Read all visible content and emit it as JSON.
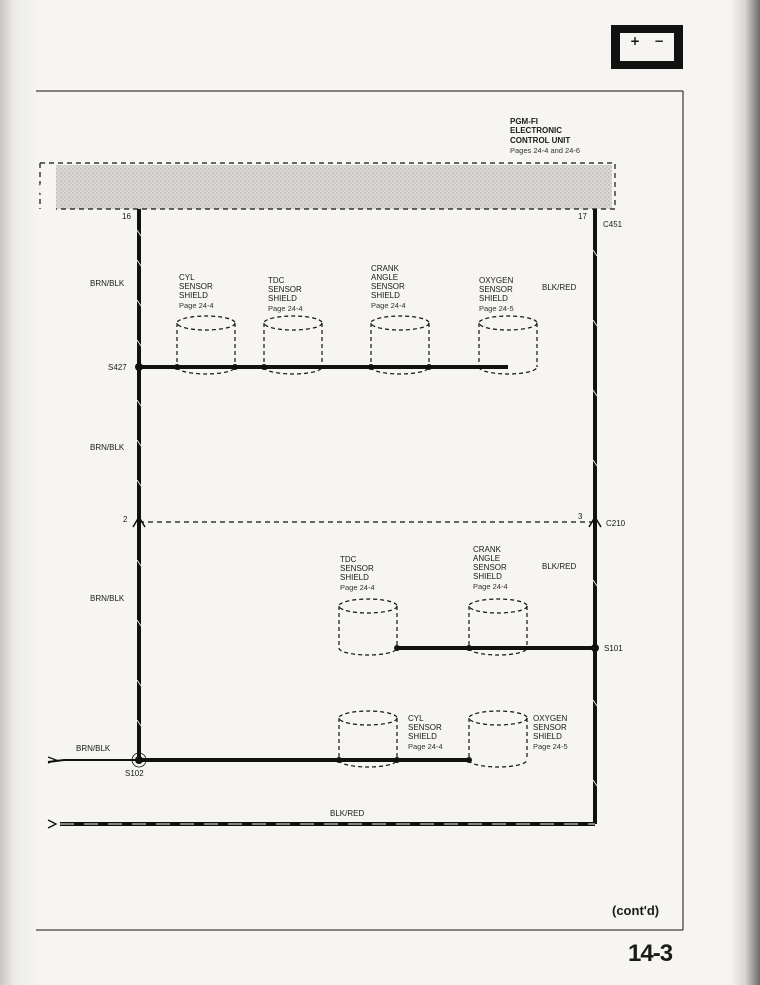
{
  "header": {
    "ecu_title_line1": "PGM-FI",
    "ecu_title_line2": "ELECTRONIC",
    "ecu_title_line3": "CONTROL UNIT",
    "ecu_pages": "Pages 24-4 and 24-6"
  },
  "connectors": {
    "pin_16": "16",
    "pin_17": "17",
    "c451": "C451",
    "pin_2": "2",
    "pin_3": "3",
    "c210": "C210"
  },
  "splices": {
    "s427": "S427",
    "s101": "S101",
    "s102": "S102"
  },
  "wires": {
    "brn_blk_1": "BRN/BLK",
    "brn_blk_2": "BRN/BLK",
    "brn_blk_3": "BRN/BLK",
    "brn_blk_4": "BRN/BLK",
    "blk_red_1": "BLK/RED",
    "blk_red_2": "BLK/RED",
    "blk_red_3": "BLK/RED"
  },
  "shields_upper": [
    {
      "lines": [
        "CYL",
        "SENSOR",
        "SHIELD"
      ],
      "page": "Page 24-4"
    },
    {
      "lines": [
        "TDC",
        "SENSOR",
        "SHIELD"
      ],
      "page": "Page 24-4"
    },
    {
      "lines": [
        "CRANK",
        "ANGLE",
        "SENSOR",
        "SHIELD"
      ],
      "page": "Page 24-4"
    },
    {
      "lines": [
        "OXYGEN",
        "SENSOR",
        "SHIELD"
      ],
      "page": "Page 24-5"
    }
  ],
  "shields_middle": [
    {
      "lines": [
        "TDC",
        "SENSOR",
        "SHIELD"
      ],
      "page": "Page 24-4"
    },
    {
      "lines": [
        "CRANK",
        "ANGLE",
        "SENSOR",
        "SHIELD"
      ],
      "page": "Page 24-4"
    }
  ],
  "shields_lower": [
    {
      "lines": [
        "CYL",
        "SENSOR",
        "SHIELD"
      ],
      "page": "Page 24-4"
    },
    {
      "lines": [
        "OXYGEN",
        "SENSOR",
        "SHIELD"
      ],
      "page": "Page 24-5"
    }
  ],
  "footer": {
    "cont": "(cont'd)",
    "page_number": "14-3"
  },
  "battery_icon": {
    "plus": "+",
    "minus": "−",
    "name": "battery-icon"
  }
}
